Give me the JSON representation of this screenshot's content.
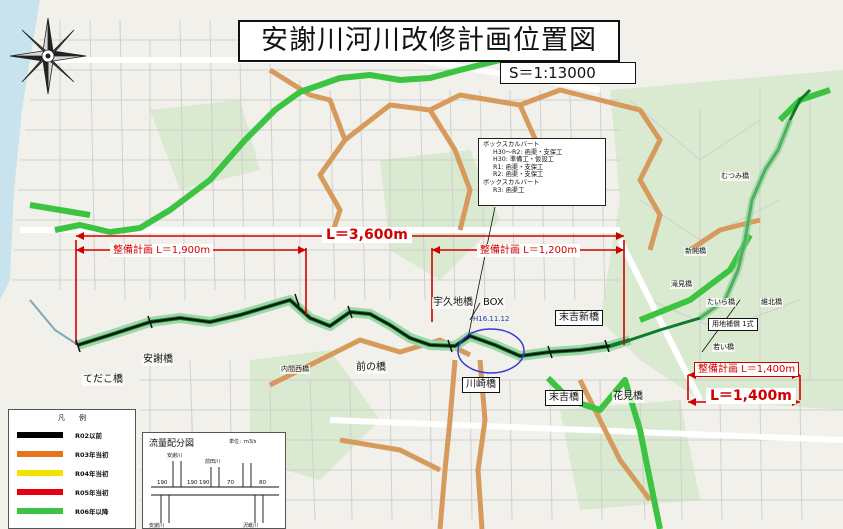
{
  "title": "安謝川河川改修計画位置図",
  "scale": "S＝1:13000",
  "total_length": "L＝3,600m",
  "plan_labels": {
    "left": "整備計画 L＝1,900m",
    "center": "整備計画 L＝1,200m",
    "right": "整備計画 L＝1,400m"
  },
  "right_length": "L＝1,400m",
  "callout": {
    "title1": "ボックスカルバート",
    "lines1": [
      "H30〜R2: 函渠・支保工",
      "H30: 準備工・仮設工",
      "R1: 函渠・支保工",
      "R2: 函渠・支保工"
    ],
    "title2": "ボックスカルバート",
    "lines2": [
      "R3: 函渠工"
    ]
  },
  "places": {
    "tedako": "てだこ橋",
    "ajiya": "安謝橋",
    "uchima_nishi": "内間西橋",
    "mae": "前の橋",
    "ukuchi": "宇久地橋",
    "box": "BOX",
    "kawasaki": "川崎橋",
    "sueyoshi_shin": "末吉新橋",
    "sueyoshi": "末吉橋",
    "hanami": "花見橋",
    "mutsumi": "むつみ橋",
    "shinkai": "新開橋",
    "takimi": "滝見橋",
    "tamagusuku": "たいら橋",
    "ishin": "維北橋",
    "wakai": "若い橋",
    "date_note": "H16.11.12",
    "land": "用地補償 1式"
  },
  "legend": {
    "header": "凡　　例",
    "items": [
      {
        "label": "R02以前",
        "color": "#000000"
      },
      {
        "label": "R03年当初",
        "color": "#e8741e"
      },
      {
        "label": "R04年当初",
        "color": "#f2e200"
      },
      {
        "label": "R05年当初",
        "color": "#e60012"
      },
      {
        "label": "R06年以降",
        "color": "#3cc341"
      }
    ]
  },
  "flow": {
    "title": "流量配分図",
    "unit": "単位：m3/s",
    "values": [
      "190",
      "190",
      "190",
      "70",
      "80"
    ],
    "rivers": [
      "安謝川",
      "前田川",
      "安謝川",
      "沢岻川"
    ]
  },
  "colors": {
    "river": "#0f7a2a",
    "plan_red": "#d10000",
    "green_route": "#3cc341",
    "orange_route": "#d69a5c",
    "circle": "#3a3adb"
  }
}
